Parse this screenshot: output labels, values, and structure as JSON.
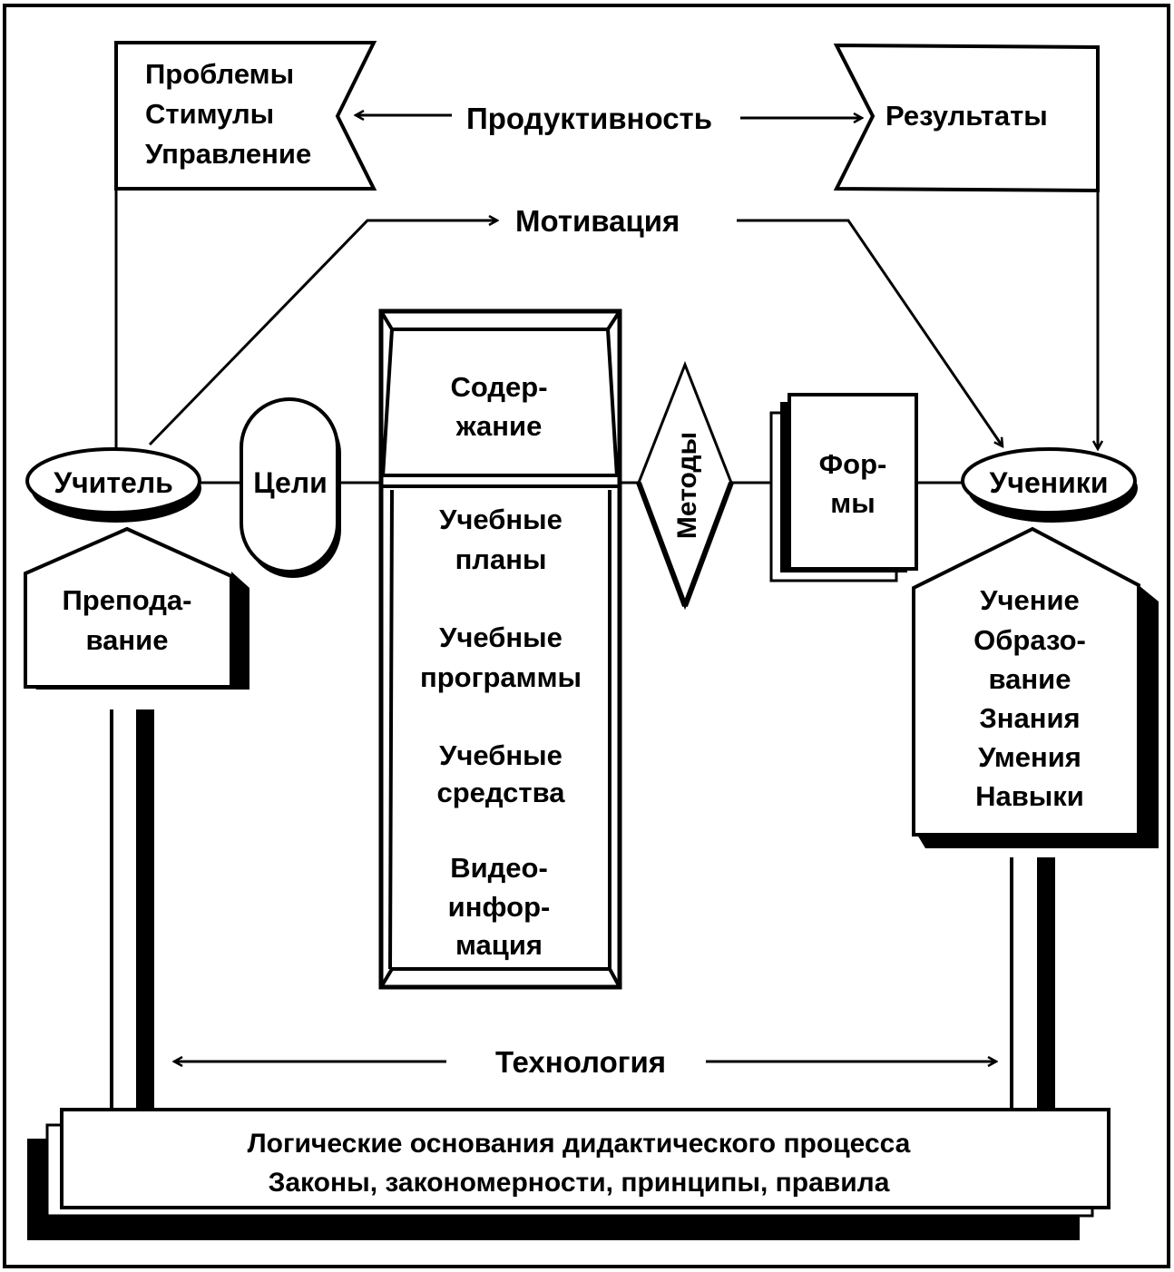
{
  "colors": {
    "ink": "#000000",
    "paper": "#ffffff"
  },
  "top": {
    "problems_box": [
      "Проблемы",
      "Стимулы",
      "Управление"
    ],
    "results_box": [
      "Результаты"
    ],
    "productivity": "Продуктивность",
    "motivation": "Мотивация"
  },
  "actors": {
    "teacher": "Учитель",
    "students": "Ученики"
  },
  "goals": "Цели",
  "content_column": {
    "header": [
      "Содер-",
      "жание"
    ],
    "items": [
      [
        "Учебные",
        "планы"
      ],
      [
        "Учебные",
        "программы"
      ],
      [
        "Учебные",
        "средства"
      ],
      [
        "Видео-",
        "инфор-",
        "мация"
      ]
    ]
  },
  "methods": "Методы",
  "forms": [
    "Фор-",
    "мы"
  ],
  "teaching_box": [
    "Препода-",
    "вание"
  ],
  "learning_box": [
    "Учение",
    "Образо-",
    "вание",
    "Знания",
    "Умения",
    "Навыки"
  ],
  "technology": "Технология",
  "foundation": {
    "line1": "Логические основания дидактического процесса",
    "line2": "Законы, закономерности, принципы, правила"
  }
}
